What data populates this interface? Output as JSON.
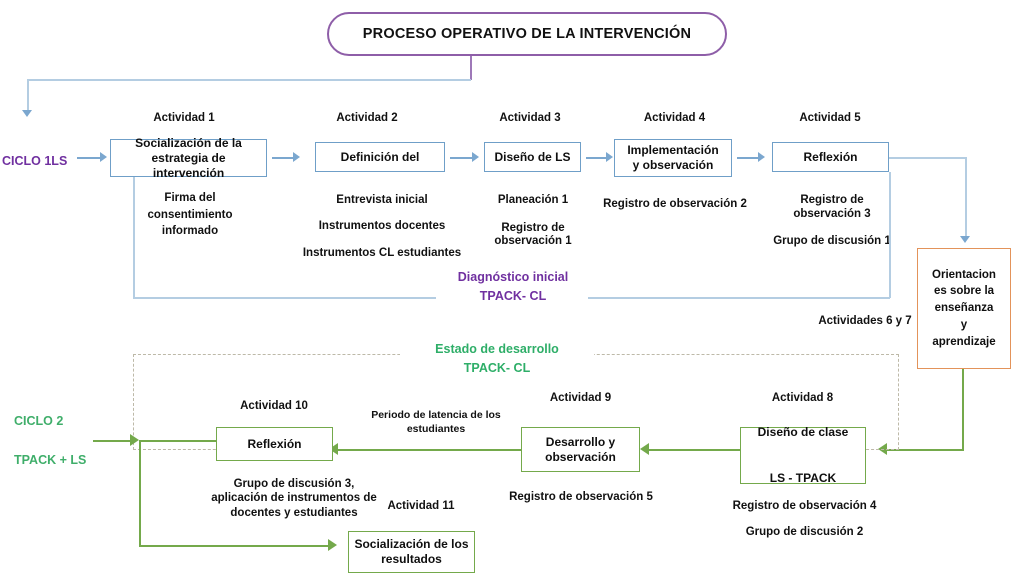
{
  "diagram": {
    "title": "PROCESO OPERATIVO DE LA INTERVENCIÓN",
    "colors": {
      "title_border": "#8e5ea8",
      "cycle1_accent": "#7030a0",
      "cycle1_box_border": "#6f9fc8",
      "cycle2_accent": "#3fae6a",
      "cycle2_box_border": "#74a94b",
      "highlight_box_border": "#e3935a",
      "dashed_group": "#bdb9a8"
    },
    "cycle1": {
      "label": "CICLO 1LS",
      "phase_label": "Diagnóstico inicial\nTPACK- CL",
      "activities": [
        {
          "number": "Actividad 1",
          "box": "Socialización de la\nestrategia de intervención",
          "outputs": "Firma del\nconsentimiento\ninformado"
        },
        {
          "number": "Actividad 2",
          "box": "Definición del",
          "outputs": "Entrevista inicial\n\nInstrumentos docentes\n\nInstrumentos CL estudiantes"
        },
        {
          "number": "Actividad 3",
          "box": "Diseño de LS",
          "outputs": "Planeación 1\n\nRegistro de\nobservación 1"
        },
        {
          "number": "Actividad 4",
          "box": "Implementación\ny observación",
          "outputs": "Registro de observación 2"
        },
        {
          "number": "Actividad 5",
          "box": "Reflexión",
          "outputs": "Registro de\nobservación 3\n\nGrupo de discusión 1"
        }
      ],
      "bridge_label": "Actividades 6 y 7"
    },
    "highlight_box": "Orientacion\nes sobre la\nenseñanza\ny\naprendizaje",
    "cycle2": {
      "label": "CICLO 2\n\nTPACK + LS",
      "phase_label": "Estado de desarrollo\nTPACK- CL",
      "latency_note": "Periodo de latencia de los\nestudiantes",
      "activities": [
        {
          "number": "Actividad 8",
          "box": "Diseño de clase\n\nLS - TPACK",
          "outputs": "Registro de observación 4\n\nGrupo de discusión 2"
        },
        {
          "number": "Actividad 9",
          "box": "Desarrollo y\nobservación",
          "outputs": "Registro de observación 5"
        },
        {
          "number": "Actividad 10",
          "box": "Reflexión",
          "outputs": "Grupo de discusión 3,\naplicación de instrumentos de\ndocentes y estudiantes"
        },
        {
          "number": "Actividad 11",
          "box": "Socialización de los\nresultados",
          "outputs": ""
        }
      ]
    }
  }
}
